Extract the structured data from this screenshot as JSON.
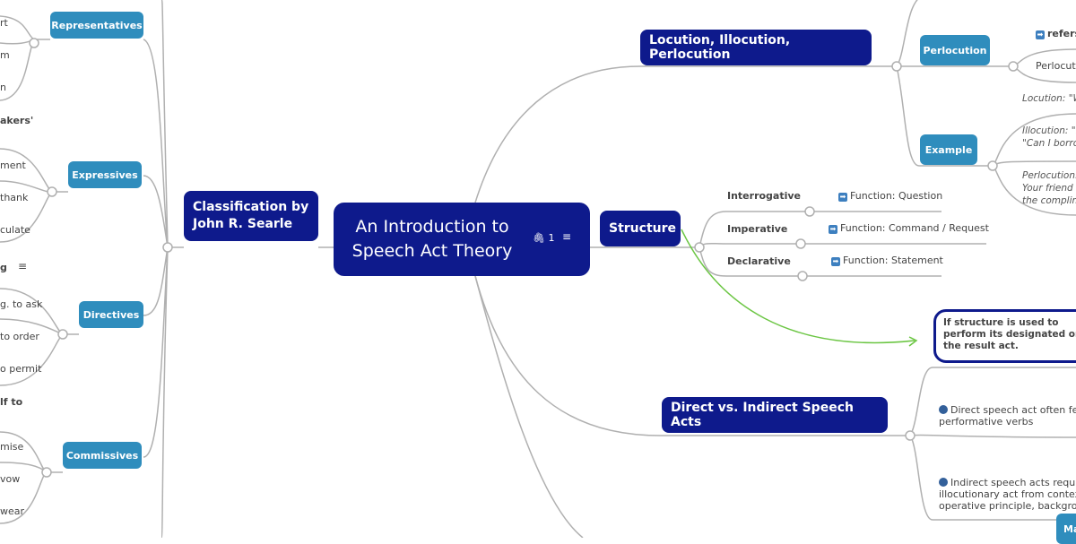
{
  "root": {
    "title": "An Introduction to Speech Act Theory",
    "attachment_count": "1",
    "attachment_icon": "paperclip-icon",
    "note_icon": "notes-icon"
  },
  "colors": {
    "main_node": "#0e1a8c",
    "sub_node": "#2f8dbd",
    "relationship": "#6cc644",
    "connector": "#b0b0b0"
  },
  "left": {
    "classification": "Classification by John R. Searle",
    "categories": [
      {
        "label": "Representatives",
        "leaves": [
          "rt",
          "m",
          "n"
        ]
      },
      {
        "label": "Expressives",
        "heading": "akers'",
        "leaves": [
          "ment",
          "thank",
          "culate"
        ]
      },
      {
        "label": "Directives",
        "heading": "g",
        "leaves": [
          "g. to ask",
          "to order",
          "o permit"
        ]
      },
      {
        "label": "Commissives",
        "heading": "lf to",
        "leaves": [
          "mise",
          "vow",
          "wear"
        ]
      }
    ]
  },
  "right": {
    "locution": {
      "label": "Locution, Illocution, Perlocution",
      "perlocution": {
        "label": "Perlocution",
        "refers": "refers",
        "leaf": "Perlocuti"
      },
      "example": {
        "label": "Example",
        "locution": "Locution: \"W",
        "illocution": [
          "Illocution: \"N",
          "\"Can I borro"
        ],
        "perlocution": [
          "Perlocution:",
          "Your friend h",
          "the complim"
        ]
      }
    },
    "structure": {
      "label": "Structure",
      "items": [
        {
          "label": "Interrogative",
          "function": "Function: Question"
        },
        {
          "label": "Imperative",
          "function": "Function: Command / Request"
        },
        {
          "label": "Declarative",
          "function": "Function: Statement"
        }
      ],
      "callout": "If structure is used to perform its designated one, the result act."
    },
    "direct": {
      "label": "Direct vs. Indirect Speech Acts",
      "items": [
        "Direct speech act often feat performative verbs",
        "Indirect speech acts require illocutionary act from context, operative principle, backgroun"
      ],
      "partial_node": "Ma"
    }
  }
}
